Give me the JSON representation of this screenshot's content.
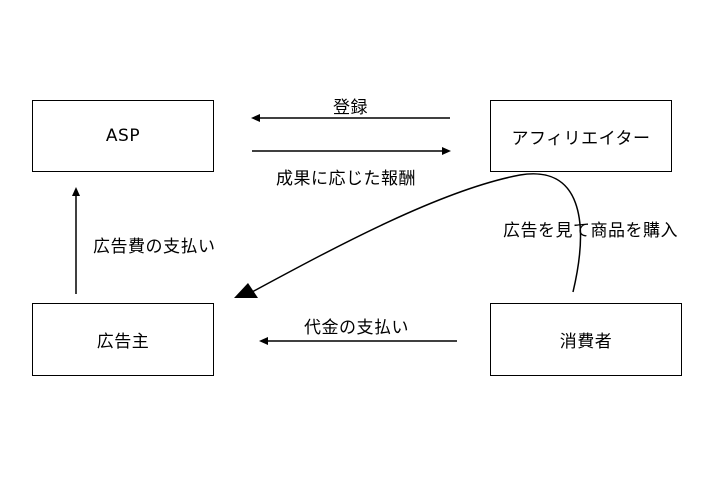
{
  "boxes": {
    "asp": "ASP",
    "affiliate": "アフィリエイター",
    "advertiser": "広告主",
    "consumer": "消費者"
  },
  "labels": {
    "register": "登録",
    "reward": "成果に応じた報酬",
    "ad_fee": "広告費の支払い",
    "see_ad_buy": "広告を見て商品を購入",
    "price_payment": "代金の支払い"
  },
  "colors": {
    "line": "#000000",
    "background": "#ffffff"
  }
}
